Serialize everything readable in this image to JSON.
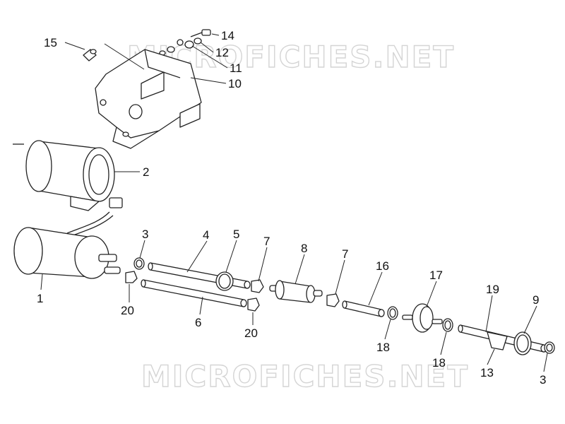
{
  "watermarks": {
    "top": "MICROFICHES.NET",
    "bottom": "MICROFICHES.NET"
  },
  "labels": {
    "p15": "15",
    "p14": "14",
    "p12": "12",
    "p11": "11",
    "p10": "10",
    "p2": "2",
    "p3a": "3",
    "p4": "4",
    "p5": "5",
    "p7a": "7",
    "p8": "8",
    "p7b": "7",
    "p16": "16",
    "p17": "17",
    "p19": "19",
    "p9": "9",
    "p1": "1",
    "p20a": "20",
    "p6": "6",
    "p20b": "20",
    "p18a": "18",
    "p18b": "18",
    "p13": "13",
    "p3b": "3"
  }
}
